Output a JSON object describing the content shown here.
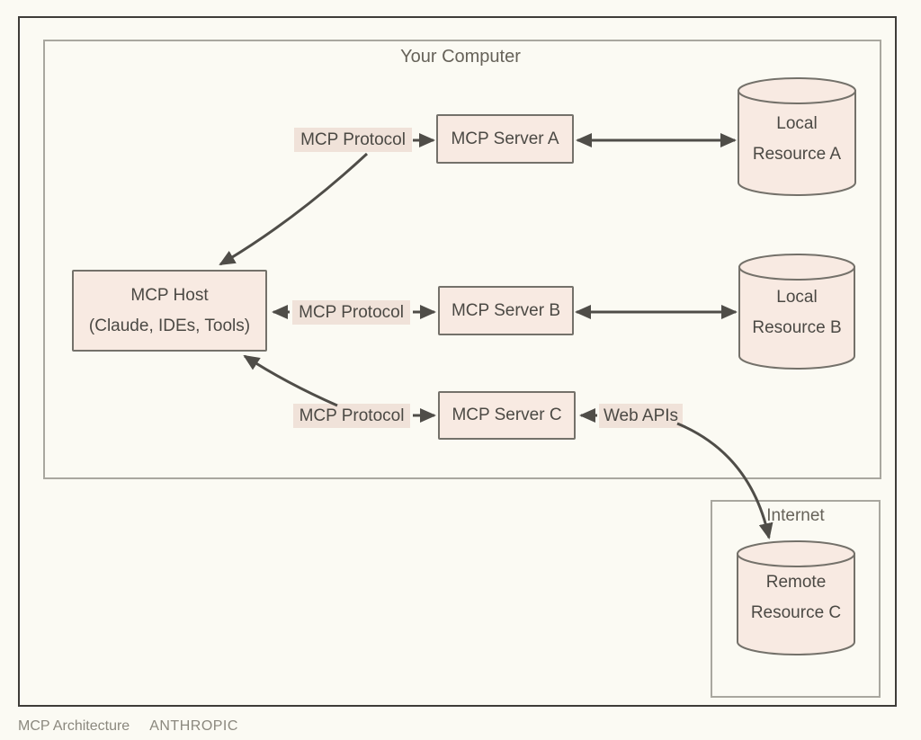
{
  "diagram": {
    "your_computer_label": "Your Computer",
    "internet_label": "Internet",
    "host": {
      "line1": "MCP Host",
      "line2": "(Claude, IDEs, Tools)"
    },
    "servers": [
      {
        "label": "MCP Server A"
      },
      {
        "label": "MCP Server B"
      },
      {
        "label": "MCP Server C"
      }
    ],
    "resources": [
      {
        "line1": "Local",
        "line2": "Resource A"
      },
      {
        "line1": "Local",
        "line2": "Resource B"
      },
      {
        "line1": "Remote",
        "line2": "Resource C"
      }
    ],
    "protocol_labels": [
      "MCP Protocol",
      "MCP Protocol",
      "MCP Protocol"
    ],
    "web_apis_label": "Web APIs",
    "colors": {
      "background": "#fbfaf3",
      "frame_border": "#3e3c38",
      "group_border": "#a9a79f",
      "box_fill": "#f8eae2",
      "box_border": "#74716a",
      "label_bg": "#f0e2d9",
      "arrow": "#4f4d48",
      "text_dark": "#4b4944",
      "text_muted": "#666259",
      "footer_text": "#8b887e"
    }
  },
  "footer": {
    "title": "MCP Architecture",
    "brand": "ANTHROPIC"
  }
}
